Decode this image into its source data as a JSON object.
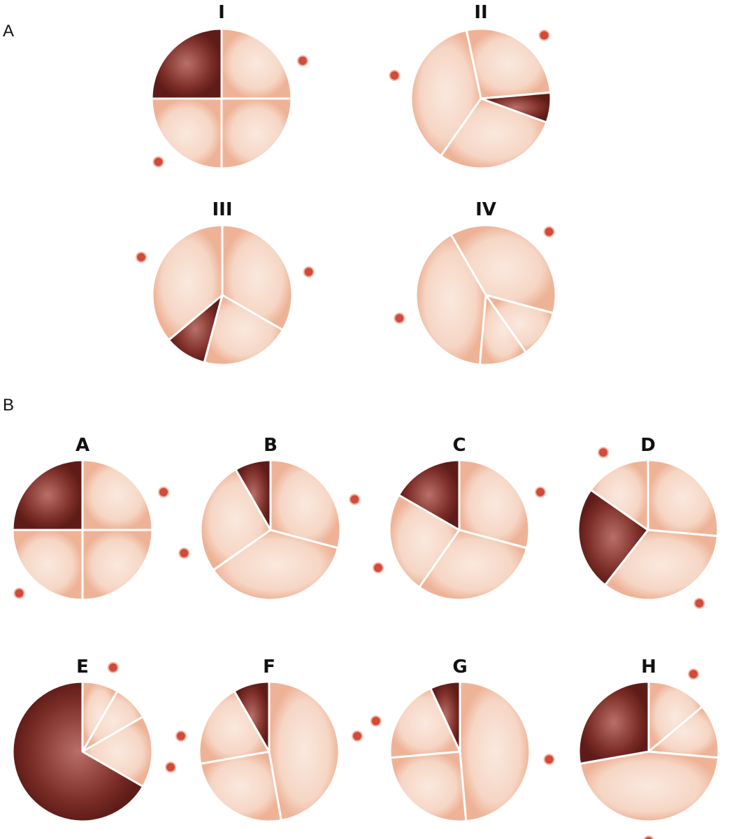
{
  "colors": {
    "light_fill": "#f6d6c5",
    "light_center": "#fae9de",
    "light_edge": "#eeb397",
    "dark_fill": "#7d2e28",
    "dark_center": "#b9706a",
    "dark_edge": "#5e1c18",
    "dot": "#d24a3a",
    "dot_edge": "#f3b9a8",
    "separator": "#ffffff"
  },
  "panels": [
    {
      "label": "A",
      "diagrams": [
        {
          "label": "I",
          "segments": [
            {
              "angles": [
                0,
                90
              ],
              "dark": false
            },
            {
              "angles": [
                90,
                180
              ],
              "dark": false
            },
            {
              "angles": [
                180,
                270
              ],
              "dark": false
            },
            {
              "angles": [
                270,
                360
              ],
              "dark": true
            }
          ],
          "dots_deg": [
            65,
            225
          ]
        },
        {
          "label": "II",
          "segments": [
            {
              "angles": [
                -12,
                85
              ],
              "dark": false
            },
            {
              "angles": [
                85,
                110
              ],
              "dark": true
            },
            {
              "angles": [
                110,
                215
              ],
              "dark": false
            },
            {
              "angles": [
                215,
                348
              ],
              "dark": false
            }
          ],
          "dots_deg": [
            45,
            285
          ]
        },
        {
          "label": "III",
          "segments": [
            {
              "angles": [
                0,
                120
              ],
              "dark": false
            },
            {
              "angles": [
                120,
                195
              ],
              "dark": false
            },
            {
              "angles": [
                195,
                230
              ],
              "dark": true
            },
            {
              "angles": [
                230,
                360
              ],
              "dark": false
            }
          ],
          "dots_deg": [
            75,
            295
          ]
        },
        {
          "label": "IV",
          "segments": [
            {
              "angles": [
                -30,
                105
              ],
              "dark": false
            },
            {
              "angles": [
                105,
                145
              ],
              "dark": false
            },
            {
              "angles": [
                145,
                185
              ],
              "dark": false
            },
            {
              "angles": [
                185,
                330
              ],
              "dark": false
            }
          ],
          "dots_deg": [
            45,
            255
          ]
        }
      ]
    },
    {
      "label": "B",
      "diagrams": [
        {
          "label": "A",
          "segments": [
            {
              "angles": [
                0,
                90
              ],
              "dark": false
            },
            {
              "angles": [
                90,
                180
              ],
              "dark": false
            },
            {
              "angles": [
                180,
                270
              ],
              "dark": false
            },
            {
              "angles": [
                270,
                360
              ],
              "dark": true
            }
          ],
          "dots_deg": [
            65,
            225
          ]
        },
        {
          "label": "B",
          "segments": [
            {
              "angles": [
                0,
                105
              ],
              "dark": false
            },
            {
              "angles": [
                105,
                235
              ],
              "dark": false
            },
            {
              "angles": [
                235,
                330
              ],
              "dark": false
            },
            {
              "angles": [
                330,
                360
              ],
              "dark": true
            }
          ],
          "dots_deg": [
            70,
            255
          ]
        },
        {
          "label": "C",
          "segments": [
            {
              "angles": [
                0,
                105
              ],
              "dark": false
            },
            {
              "angles": [
                105,
                215
              ],
              "dark": false
            },
            {
              "angles": [
                215,
                300
              ],
              "dark": false
            },
            {
              "angles": [
                300,
                360
              ],
              "dark": true
            }
          ],
          "dots_deg": [
            65,
            245
          ]
        },
        {
          "label": "D",
          "segments": [
            {
              "angles": [
                0,
                95
              ],
              "dark": false
            },
            {
              "angles": [
                95,
                218
              ],
              "dark": false
            },
            {
              "angles": [
                218,
                305
              ],
              "dark": true
            },
            {
              "angles": [
                305,
                360
              ],
              "dark": false
            }
          ],
          "dots_deg": [
            145,
            330
          ]
        },
        {
          "label": "E",
          "segments": [
            {
              "angles": [
                0,
                30
              ],
              "dark": false
            },
            {
              "angles": [
                30,
                60
              ],
              "dark": false
            },
            {
              "angles": [
                60,
                120
              ],
              "dark": false
            },
            {
              "angles": [
                120,
                360
              ],
              "dark": true
            }
          ],
          "dots_deg": [
            20,
            100
          ]
        },
        {
          "label": "F",
          "segments": [
            {
              "angles": [
                0,
                170
              ],
              "dark": false
            },
            {
              "angles": [
                170,
                260
              ],
              "dark": false
            },
            {
              "angles": [
                260,
                330
              ],
              "dark": false
            },
            {
              "angles": [
                330,
                360
              ],
              "dark": true
            }
          ],
          "dots_deg": [
            80,
            280
          ]
        },
        {
          "label": "G",
          "segments": [
            {
              "angles": [
                0,
                175
              ],
              "dark": false
            },
            {
              "angles": [
                175,
                265
              ],
              "dark": false
            },
            {
              "angles": [
                265,
                335
              ],
              "dark": false
            },
            {
              "angles": [
                335,
                360
              ],
              "dark": true
            }
          ],
          "dots_deg": [
            95,
            290
          ]
        },
        {
          "label": "H",
          "segments": [
            {
              "angles": [
                0,
                50
              ],
              "dark": false
            },
            {
              "angles": [
                50,
                95
              ],
              "dark": false
            },
            {
              "angles": [
                95,
                260
              ],
              "dark": false
            },
            {
              "angles": [
                260,
                360
              ],
              "dark": true
            }
          ],
          "dots_deg": [
            30,
            180
          ]
        }
      ]
    }
  ]
}
